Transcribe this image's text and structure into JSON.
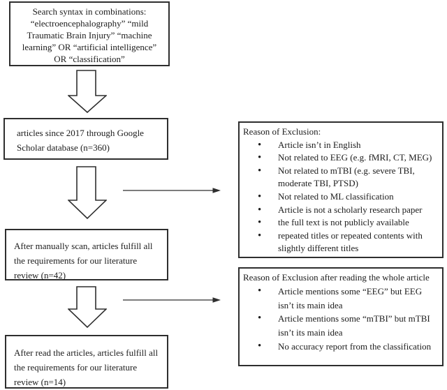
{
  "colors": {
    "line": "#2e2e2e",
    "text": "#1c1c1c",
    "background": "#ffffff"
  },
  "flowchart": {
    "search_box": {
      "lines": [
        "Search syntax in combinations:",
        "“electroencephalography” “mild",
        "Traumatic Brain Injury” “machine",
        "learning” OR “artificial intelligence”",
        "OR “classification”"
      ]
    },
    "database_box": {
      "text": "articles since 2017 through Google Scholar database (n=360)"
    },
    "screening_box": {
      "text": "After manually scan, articles fulfill all the requirements for our literature review (n=42)"
    },
    "included_box": {
      "text": "After read the articles, articles fulfill all the requirements for our literature review (n=14)"
    },
    "exclusion_box_1": {
      "title": "Reason of Exclusion:",
      "bullets": [
        "Article isn’t in English",
        "Not related to EEG (e.g. fMRI, CT, MEG)",
        "Not related to mTBI (e.g. severe TBI, moderate TBI, PTSD)",
        "Not related to ML classification",
        "Article is not a scholarly research paper",
        "the full text is not publicly available",
        "repeated titles or repeated contents with slightly different titles"
      ]
    },
    "exclusion_box_2": {
      "title": "Reason of Exclusion after reading the whole article",
      "bullets": [
        "Article mentions some “EEG” but EEG isn’t its main idea",
        "Article mentions some “mTBI” but mTBI isn’t its main idea",
        "No accuracy report from the classification"
      ]
    }
  }
}
